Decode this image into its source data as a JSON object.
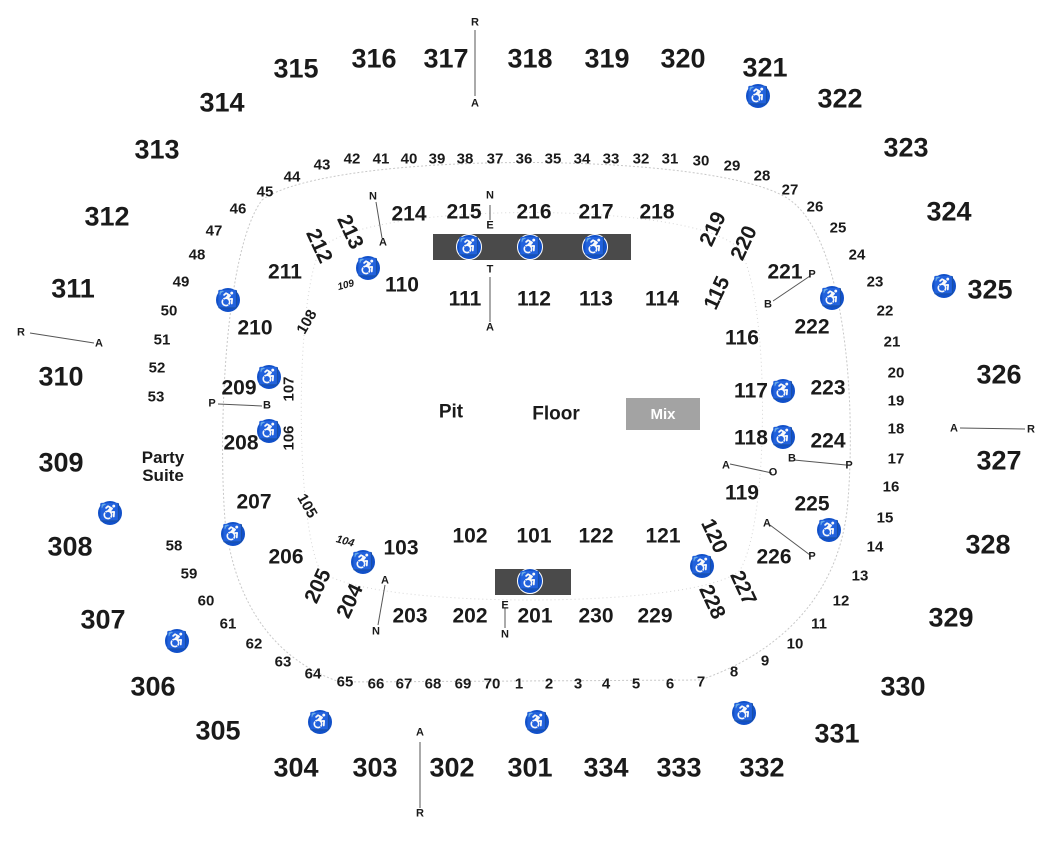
{
  "map": {
    "upper_sections": [
      "315",
      "316",
      "317",
      "318",
      "319",
      "320",
      "321",
      "322",
      "323",
      "324",
      "325",
      "326",
      "327",
      "328",
      "329",
      "330",
      "331",
      "332",
      "333",
      "334",
      "301",
      "302",
      "303",
      "304",
      "305",
      "306",
      "307",
      "308",
      "309",
      "310",
      "311",
      "312",
      "313",
      "314"
    ],
    "lower_sections_200": [
      "214",
      "215",
      "216",
      "217",
      "218",
      "219",
      "220",
      "221",
      "222",
      "223",
      "224",
      "225",
      "226",
      "227",
      "228",
      "229",
      "230",
      "201",
      "202",
      "203",
      "204",
      "205",
      "206",
      "207",
      "208",
      "209",
      "210",
      "211",
      "212",
      "213"
    ],
    "floor_sections_100": [
      "110",
      "111",
      "112",
      "113",
      "114",
      "115",
      "116",
      "117",
      "118",
      "119",
      "120",
      "121",
      "122",
      "101",
      "102",
      "103",
      "104",
      "105",
      "106",
      "107",
      "108",
      "109"
    ],
    "row_numbers": [
      "42",
      "41",
      "40",
      "39",
      "38",
      "37",
      "36",
      "35",
      "34",
      "33",
      "32",
      "31",
      "30",
      "29",
      "28",
      "27",
      "26",
      "25",
      "24",
      "23",
      "22",
      "21",
      "20",
      "19",
      "18",
      "17",
      "16",
      "15",
      "14",
      "13",
      "12",
      "11",
      "10",
      "9",
      "8",
      "7",
      "6",
      "5",
      "4",
      "3",
      "2",
      "1",
      "70",
      "69",
      "68",
      "67",
      "66",
      "65",
      "64",
      "63",
      "62",
      "61",
      "60",
      "59",
      "58",
      "53",
      "52",
      "51",
      "50",
      "49",
      "48",
      "47",
      "46",
      "45",
      "44",
      "43"
    ],
    "row_letters": [
      "R",
      "A",
      "N",
      "E",
      "T",
      "A",
      "A",
      "N",
      "E",
      "N",
      "A",
      "R",
      "A",
      "R",
      "P",
      "B",
      "P",
      "B",
      "B",
      "P",
      "A",
      "O",
      "A",
      "P",
      "R",
      "A",
      "N",
      "A"
    ],
    "areas": {
      "pit": "Pit",
      "floor": "Floor",
      "mix": "Mix",
      "party_suite": "Party Suite"
    },
    "icons": {
      "wheelchair": "wheelchair-icon"
    },
    "colors": {
      "wheelchair_bg": "#1150c9",
      "stage_bar": "#4a4a4a",
      "mix_box": "#a3a3a3",
      "text": "#1a1a1a"
    }
  }
}
